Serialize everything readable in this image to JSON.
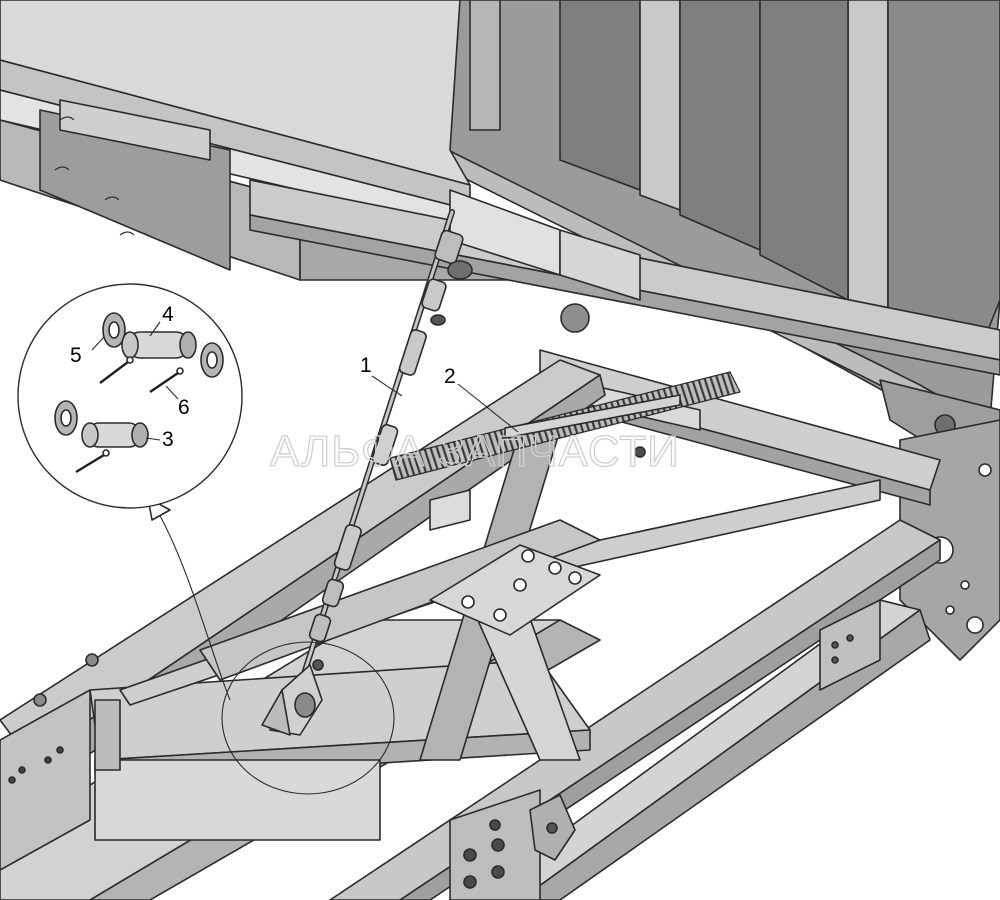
{
  "callouts": {
    "c1": "1",
    "c2": "2",
    "c3": "3",
    "c4": "4",
    "c5": "5",
    "c6": "6"
  },
  "watermark": "АЛЬФА ЗАПЧАСТИ",
  "colors": {
    "background": "#ffffff",
    "body_dark": "#8c8c8c",
    "body_mid": "#a9a9a9",
    "frame_light": "#cdcdcd",
    "frame_lighter": "#dedede",
    "frame_shadow": "#9a9a9a",
    "outline": "#2b2b2b"
  }
}
